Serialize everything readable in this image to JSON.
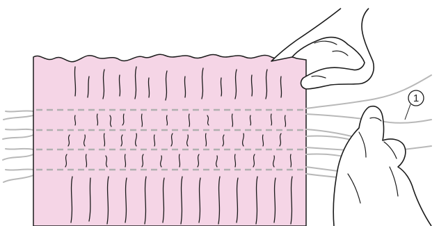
{
  "figure": {
    "callouts": [
      {
        "label": "1",
        "target": "pulled-bobbin-threads"
      }
    ],
    "colors": {
      "fabric_fill": "#f5d5e6",
      "outline": "#1a1a1a",
      "thread": "#b8b8b8",
      "stitch_line": "#b0b0b0",
      "background": "#ffffff"
    },
    "depicts": [
      "gathered-fabric",
      "left-hand",
      "right-hand",
      "bobbin-threads"
    ]
  }
}
